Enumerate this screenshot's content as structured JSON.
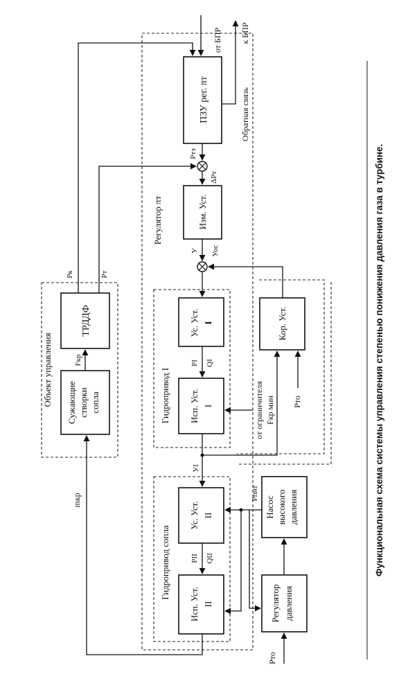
{
  "caption": "Функциональная схема системы управления степенью понижения давления газа в турбине.",
  "blocks": {
    "pzu": "ПЗУ рег. πт",
    "izm": "Изм. Уст.",
    "us1": "Ус. Уст.",
    "us1_num": "I",
    "isp1": "Исп. Уст.",
    "isp1_num": "I",
    "kor": "Кор. Уст.",
    "trdf": "ТРДДФ",
    "stvorki_l1": "Сужающие",
    "stvorki_l2": "створки",
    "stvorki_l3": "сопла",
    "us2": "Ус. Уст.",
    "us2_num": "II",
    "isp2": "Исп. Уст.",
    "isp2_num": "II",
    "nasos_l1": "Насос",
    "nasos_l2": "высокого",
    "nasos_l3": "давления",
    "regd_l1": "Регулятор",
    "regd_l2": "давления"
  },
  "groups": {
    "object": "Объект управления",
    "regulator": "Регулятор πт",
    "gidro1": "Гидропривод I",
    "gidro_soplo": "Гидропривод сопла"
  },
  "signals": {
    "ot_bpr": "от БПР",
    "k_bpr": "к БПР",
    "obr_svyaz": "Обратная связь",
    "ptz": "Pтз",
    "delta_pt": "ΔPт",
    "y": "У",
    "yos": "Уос",
    "p1": "PI",
    "q1": "QI",
    "ot_ogr": "от ограничителя",
    "fkr_min": "Fкр мин",
    "pto": "Pто",
    "pto2": "Pто",
    "y1": "УI",
    "ppit": "Pпит",
    "p2": "PII",
    "q2": "QII",
    "mkr": "mкр",
    "fkr": "Fкр",
    "pk": "Pк",
    "pt": "Pт"
  }
}
